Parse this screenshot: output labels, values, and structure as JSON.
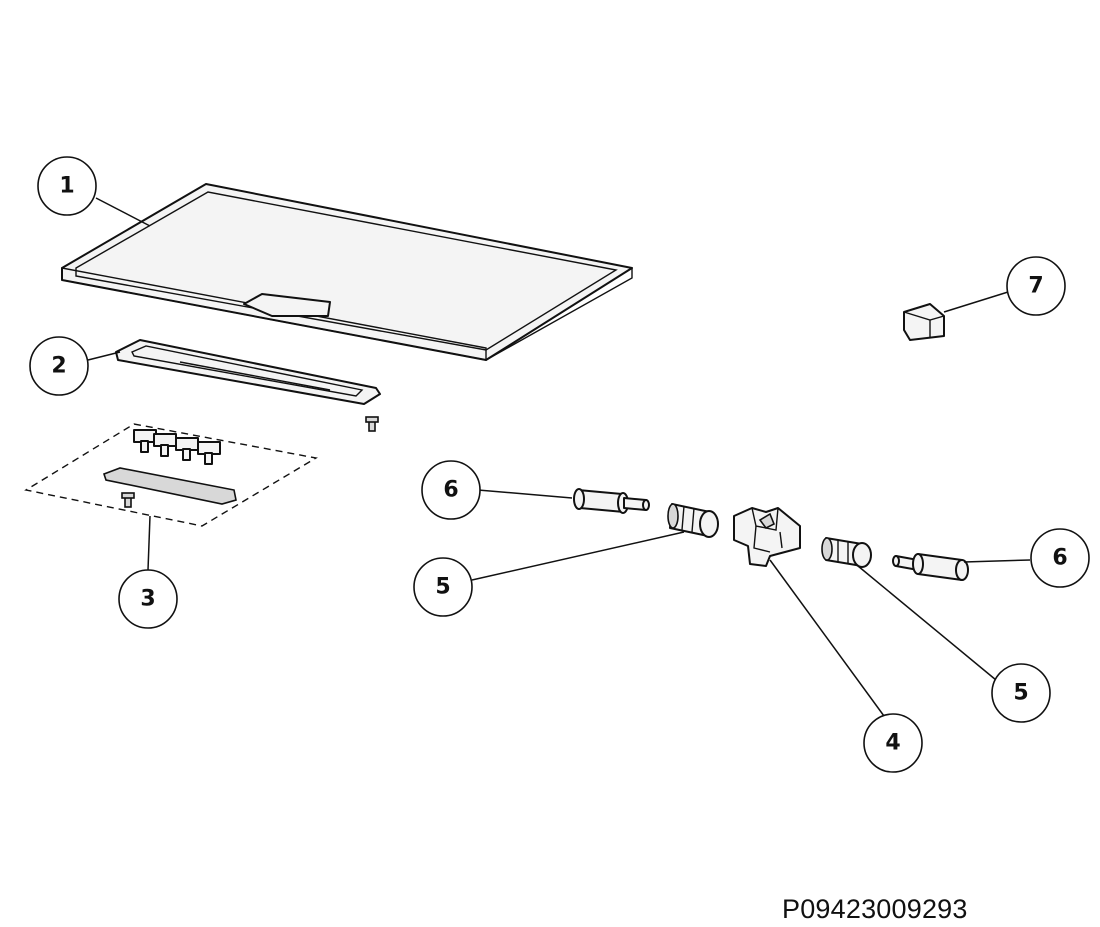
{
  "callouts": [
    "1",
    "2",
    "3",
    "4",
    "5",
    "5",
    "6",
    "6",
    "7"
  ],
  "document_code": "P09423009293"
}
